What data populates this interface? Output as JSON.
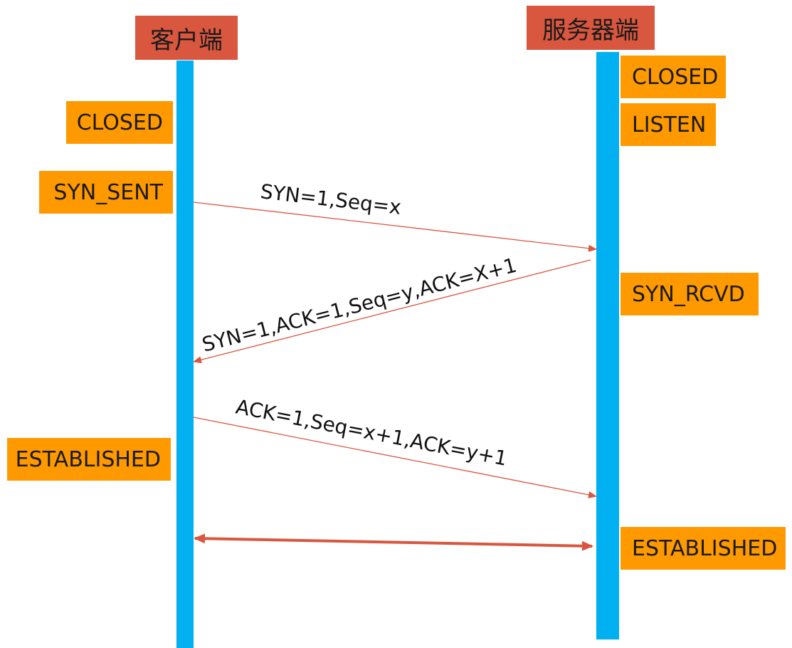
{
  "client": {
    "title": "客户端",
    "states": [
      "CLOSED",
      "SYN_SENT",
      "ESTABLISHED"
    ]
  },
  "server": {
    "title": "服务器端",
    "states": [
      "CLOSED",
      "LISTEN",
      "SYN_RCVD",
      "ESTABLISHED"
    ]
  },
  "messages": [
    {
      "label": "SYN=1,Seq=x",
      "direction": "client-to-server"
    },
    {
      "label": "SYN=1,ACK=1,Seq=y,ACK=X+1",
      "direction": "server-to-client"
    },
    {
      "label": "ACK=1,Seq=x+1,ACK=y+1",
      "direction": "client-to-server"
    },
    {
      "label": "",
      "direction": "bidirectional"
    }
  ],
  "colors": {
    "header": "#d9563f",
    "lifeline": "#00b0f0",
    "state": "#ff9900",
    "arrow": "#d9563f"
  }
}
